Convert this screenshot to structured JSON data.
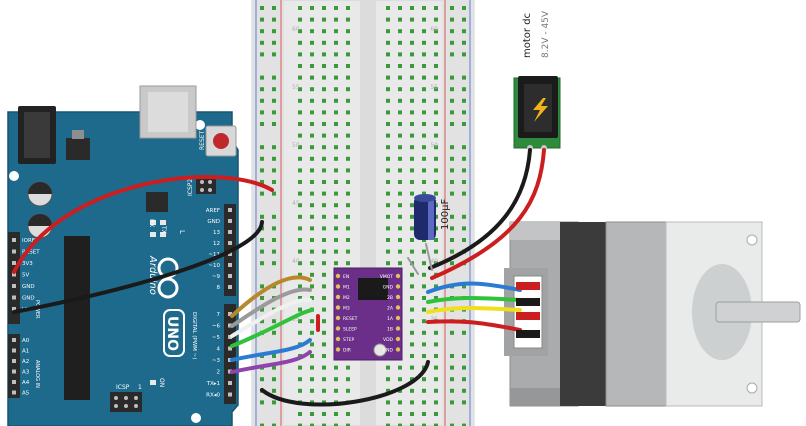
{
  "breadboard": {
    "row_numbers": [
      "60",
      "55",
      "50",
      "45",
      "40",
      "35"
    ]
  },
  "power_supply": {
    "label": "motor dc",
    "voltage": "8.2V - 45V",
    "icon": "lightning-bolt-icon"
  },
  "capacitor": {
    "label": "100µF"
  },
  "arduino": {
    "model": "UNO",
    "brand": "Arduino",
    "reset_label": "RESET",
    "icsp_top": "ICSP2",
    "icsp_bottom": "ICSP",
    "icsp_bottom_num": "1",
    "tx_label": "TX",
    "rx_label": "RX",
    "l_label": "L",
    "on_label": "ON",
    "digital_section": "DIGITAL (PWM ~)",
    "power_section": "POWER",
    "analog_section": "ANALOG IN",
    "left_pins": [
      "IOREF",
      "RESET",
      "3V3",
      "5V",
      "GND",
      "GND",
      "VIN"
    ],
    "analog_pins": [
      "A0",
      "A1",
      "A2",
      "A3",
      "A4",
      "A5"
    ],
    "right_pins_top": [
      "AREF",
      "GND",
      "13",
      "12",
      "~11",
      "~10",
      "~9",
      "8"
    ],
    "right_pins_bottom": [
      "7",
      "~6",
      "~5",
      "4",
      "~3",
      "2",
      "TX▸1",
      "RX◂0"
    ]
  },
  "driver": {
    "left_pins": [
      "EN",
      "M1",
      "M2",
      "M3",
      "RESET",
      "SLEEP",
      "STEP",
      "DIR"
    ],
    "right_pins": [
      "VMOT",
      "GND",
      "2B",
      "2A",
      "1A",
      "1B",
      "VDD",
      "GND"
    ]
  },
  "colors": {
    "arduino": "#1d6a8d",
    "driver": "#6b2f8a",
    "motor_body": "#a9abac",
    "motor_dark": "#3b3b3b",
    "wire_red": "#cc1e1e",
    "wire_black": "#1a1a1a",
    "wire_blue": "#2a7bd4",
    "wire_yellow": "#f0e01c",
    "wire_green": "#2fc23a",
    "wire_gold": "#b8892b",
    "wire_purple": "#8e44ad",
    "wire_gray": "#9a9a9a"
  }
}
